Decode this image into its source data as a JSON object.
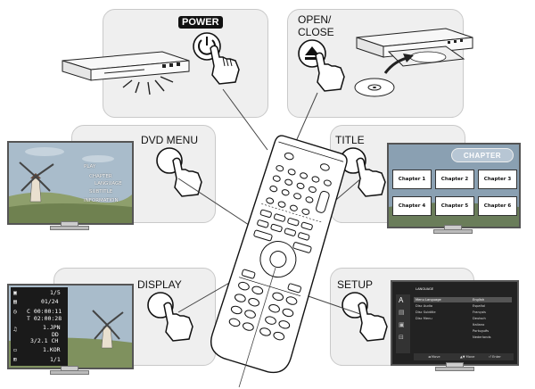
{
  "labels": {
    "power": "POWER",
    "open_close_line1": "OPEN/",
    "open_close_line2": "CLOSE",
    "dvd_menu": "DVD MENU",
    "title": "TITLE",
    "display": "DISPLAY",
    "setup": "SETUP"
  },
  "dvd_menu_screen": {
    "items": [
      "PLAY",
      "CHAPTER",
      "LANGUAGE",
      "SUBTITLE",
      "INFORMATION"
    ]
  },
  "title_screen": {
    "header": "CHAPTER",
    "chapters": [
      "Chapter 1",
      "Chapter 2",
      "Chapter 3",
      "Chapter 4",
      "Chapter 5",
      "Chapter 6"
    ]
  },
  "display_screen": {
    "rows": [
      {
        "icon": "title-icon",
        "text": "1/5"
      },
      {
        "icon": "chapter-icon",
        "text": "01/24"
      },
      {
        "icon": "time-icon",
        "text": "C 00:00:11"
      },
      {
        "icon": "",
        "text": "T 02:00:28"
      },
      {
        "icon": "audio-icon",
        "text": "1.JPN"
      },
      {
        "icon": "",
        "text": "DD"
      },
      {
        "icon": "",
        "text": "3/2.1 CH"
      },
      {
        "icon": "subtitle-icon",
        "text": "1.KOR"
      },
      {
        "icon": "angle-icon",
        "text": "1/1"
      }
    ]
  },
  "setup_screen": {
    "header": "LANGUAGE",
    "left_items": [
      "Menu Language",
      "Disc Audio",
      "Disc Subtitle",
      "Disc Menu"
    ],
    "right_items": [
      "English",
      "Español",
      "Français",
      "Deutsch",
      "Italiano",
      "Português",
      "Nederlands"
    ],
    "footer": [
      "◄ Move",
      "▲▼ Move",
      "⏎ Enter"
    ]
  }
}
